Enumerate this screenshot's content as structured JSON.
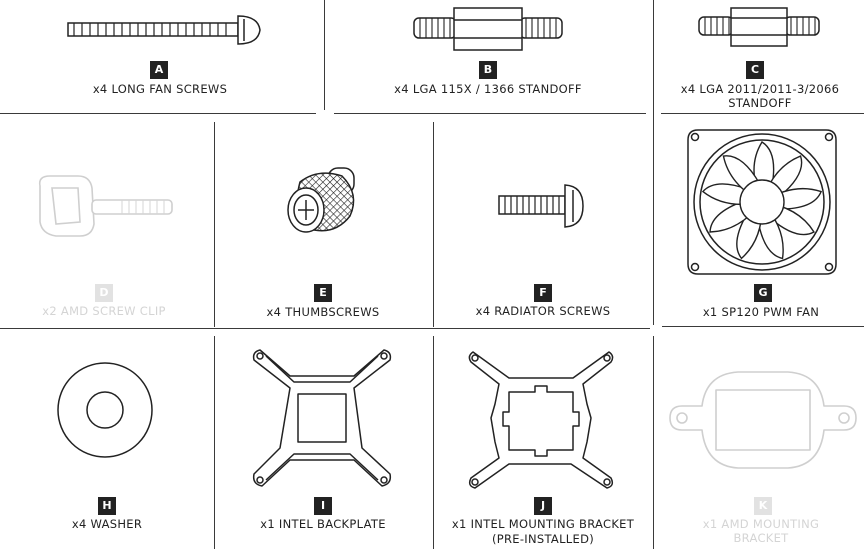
{
  "items": [
    {
      "letter": "A",
      "caption": "x4 LONG FAN SCREWS",
      "icon": "long-screw",
      "dim": false
    },
    {
      "letter": "B",
      "caption": "x4 LGA 115X / 1366 STANDOFF",
      "icon": "standoff",
      "dim": false
    },
    {
      "letter": "C",
      "caption": "x4 LGA 2011/2011-3/2066",
      "caption2": "STANDOFF",
      "icon": "standoff",
      "dim": false
    },
    {
      "letter": "D",
      "caption": "x2 AMD SCREW CLIP",
      "icon": "screw-clip",
      "dim": true
    },
    {
      "letter": "E",
      "caption": "x4 THUMBSCREWS",
      "icon": "thumbscrew",
      "dim": false
    },
    {
      "letter": "F",
      "caption": "x4 RADIATOR SCREWS",
      "icon": "short-screw",
      "dim": false
    },
    {
      "letter": "G",
      "caption": "x1 SP120 PWM FAN",
      "icon": "fan",
      "dim": false
    },
    {
      "letter": "H",
      "caption": "x4 WASHER",
      "icon": "washer",
      "dim": false
    },
    {
      "letter": "I",
      "caption": "x1 INTEL BACKPLATE",
      "icon": "backplate",
      "dim": false
    },
    {
      "letter": "J",
      "caption": "x1 INTEL MOUNTING BRACKET",
      "caption2": "(PRE-INSTALLED)",
      "icon": "bracket",
      "dim": false
    },
    {
      "letter": "K",
      "caption": "x1 AMD MOUNTING",
      "caption2": "BRACKET",
      "icon": "amd-bracket",
      "dim": true
    }
  ]
}
